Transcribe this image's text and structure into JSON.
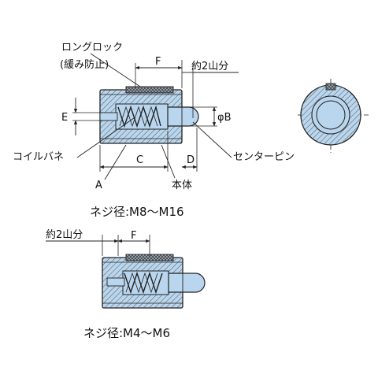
{
  "colors": {
    "body_fill": "#b9d6ee",
    "outline": "#222222",
    "hatch": "#555555",
    "background": "#ffffff"
  },
  "labels": {
    "long_lock": "ロングロック",
    "anti_loosening": "(緩み防止)",
    "coil_spring": "コイルバネ",
    "center_pin": "センターピン",
    "main_body": "本体",
    "two_threads_top": "約2山分",
    "two_threads_bottom": "約2山分"
  },
  "dimensions": {
    "a": "A",
    "c": "C",
    "d": "D",
    "e": "E",
    "f_top": "F",
    "f_bottom": "F",
    "phi_b": "φB"
  },
  "captions": {
    "large": "ネジ径:M8〜M16",
    "small": "ネジ径:M4〜M6"
  }
}
